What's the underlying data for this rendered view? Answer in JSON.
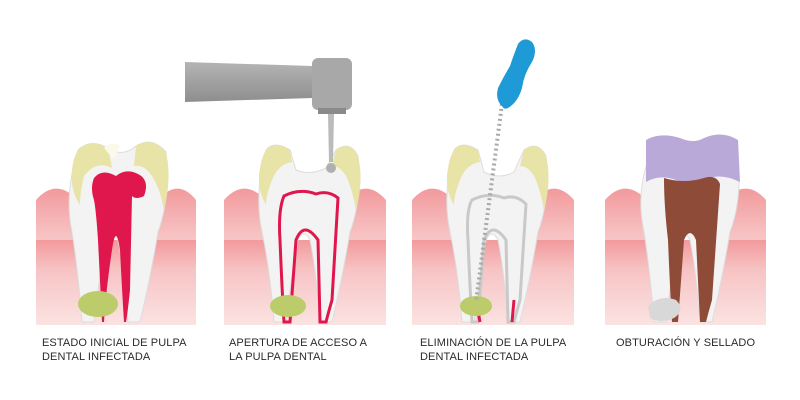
{
  "steps": [
    {
      "line1": "ESTADO INICIAL DE PULPA",
      "line2": "DENTAL INFECTADA"
    },
    {
      "line1": "APERTURA DE ACCESO A",
      "line2": "LA PULPA DENTAL"
    },
    {
      "line1": "ELIMINACIÓN DE LA PULPA",
      "line2": "DENTAL INFECTADA"
    },
    {
      "line1": "OBTURACIÓN Y SELLADO",
      "line2": ""
    }
  ],
  "colors": {
    "gum": "#f4a7a8",
    "gum_light": "#f9d4d4",
    "enamel": "#e8e3a6",
    "tooth": "#f3f3f3",
    "pulp": "#e0174d",
    "infection": "#bccc6a",
    "drill": "#9d9d9d",
    "file_handle": "#1e9ad6",
    "crown_filling": "#b8a9d9",
    "root_filling": "#8d4b38"
  }
}
